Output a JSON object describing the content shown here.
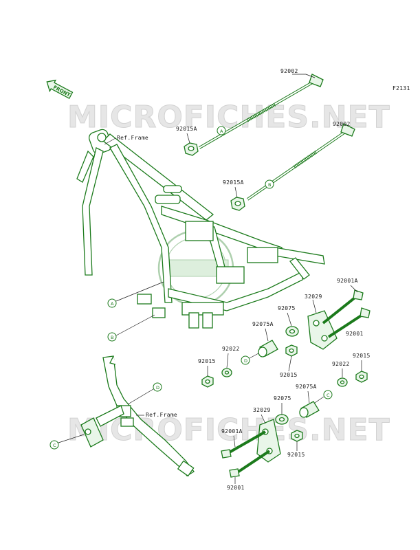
{
  "diagram_code": "F2131",
  "front_label": "FRONT",
  "watermark_text": "MICROFICHES.NET",
  "ref_frame_label": "Ref.Frame",
  "part_labels": {
    "p92002_top": "92002",
    "p92002_second": "92002",
    "p92015A_top": "92015A",
    "p92015A_second": "92015A",
    "p92001A_right": "92001A",
    "p32029_right": "32029",
    "p92075_right": "92075",
    "p92075A_right": "92075A",
    "p92001_right": "92001",
    "p92022_left": "92022",
    "p92015_left": "92015",
    "p92015_mid": "92015",
    "p92022_right": "92022",
    "p92015_right": "92015",
    "p92075A_lower": "92075A",
    "p92075_lower": "92075",
    "p32029_lower": "32029",
    "p92001A_lower": "92001A",
    "p92015_lower": "92015",
    "p92001_lower": "92001"
  },
  "callouts": {
    "a1": "A",
    "a2": "A",
    "b1": "B",
    "b2": "B",
    "c1": "C",
    "c2": "C",
    "d1": "D",
    "d2": "D"
  },
  "colors": {
    "part_stroke": "#1b7a1b",
    "label_text": "#1a1a1a",
    "watermark": "#e6e6e6"
  }
}
